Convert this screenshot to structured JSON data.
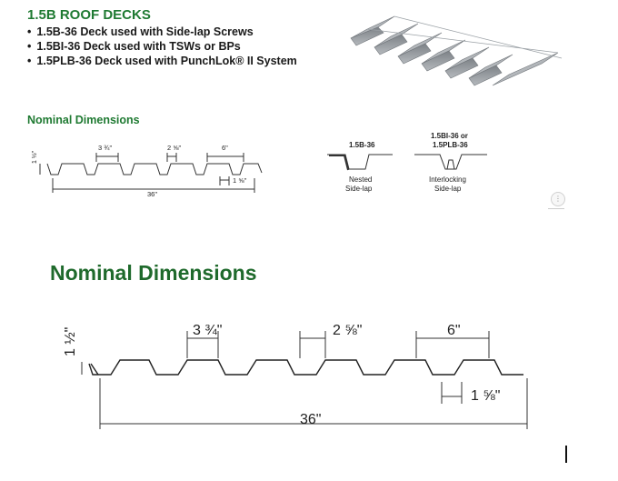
{
  "header": {
    "title": "1.5B ROOF DECKS",
    "bullets": [
      "1.5B-36 Deck used with Side-lap Screws",
      "1.5BI-36 Deck used with TSWs or BPs",
      "1.5PLB-36 Deck used with PunchLok® II System"
    ]
  },
  "small_diagram": {
    "section_title": "Nominal Dimensions",
    "height_label": "1 ½\"",
    "top_flange_label": "3 ¾\"",
    "web_label": "2 ⅝\"",
    "pitch_label": "6\"",
    "bottom_label": "1 ⅝\"",
    "width_label": "36\""
  },
  "sidelap": {
    "nested_title": "1.5B-36",
    "nested_caption_1": "Nested",
    "nested_caption_2": "Side-lap",
    "interlock_title_1": "1.5BI-36 or",
    "interlock_title_2": "1.5PLB-36",
    "interlock_caption_1": "Interlocking",
    "interlock_caption_2": "Side-lap"
  },
  "large_diagram": {
    "section_title": "Nominal Dimensions",
    "height_label": "1 ½\"",
    "top_flange_label": "3 ¾\"",
    "web_label": "2 ⅝\"",
    "pitch_label": "6\"",
    "bottom_label": "1 ⅝\"",
    "width_label": "36\""
  },
  "colors": {
    "heading_green": "#1f7a32",
    "deck_gray": "#a9adb1"
  }
}
